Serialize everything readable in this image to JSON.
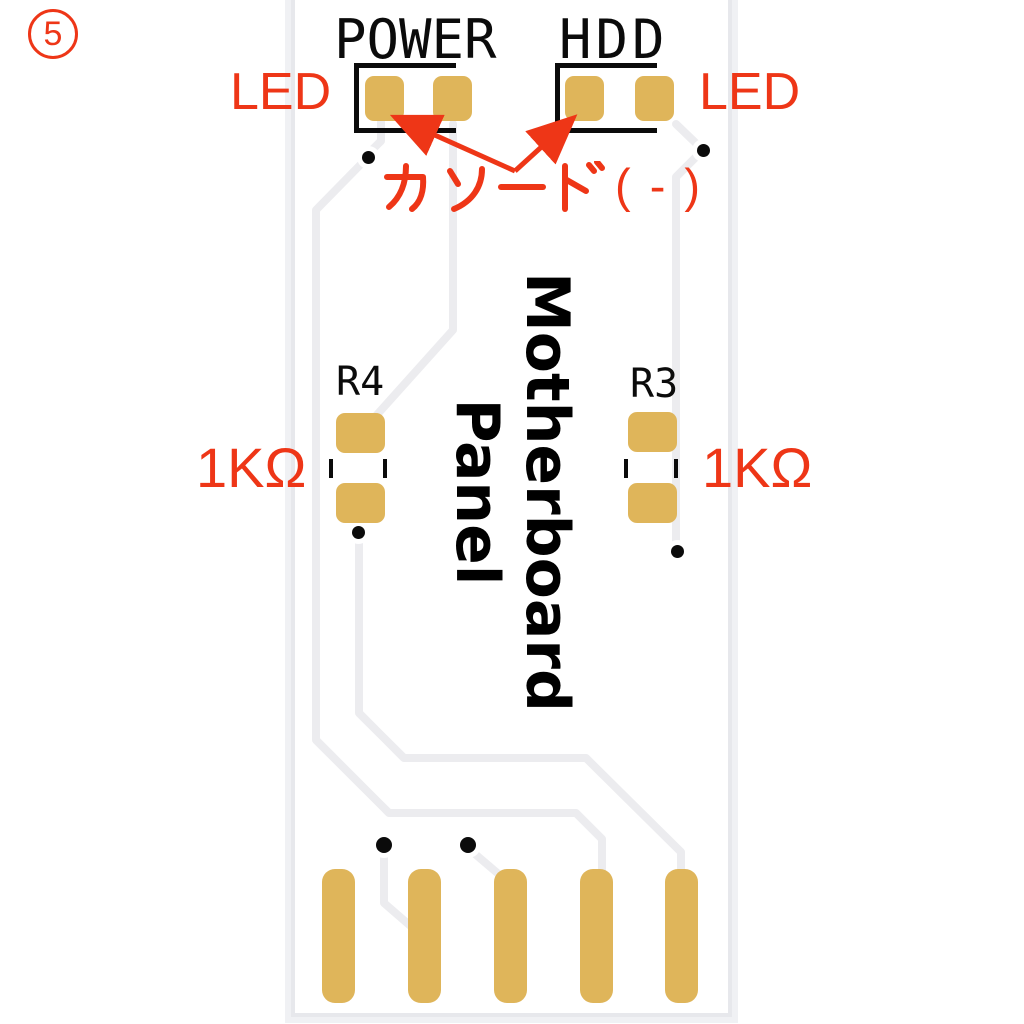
{
  "step_badge": {
    "number": "5"
  },
  "board": {
    "name": "Motherboard Panel",
    "title_line1": "Motherboard",
    "title_line2": "Panel",
    "colors": {
      "annotation_red": "#ee3617",
      "pad_gold": "#dfb55a",
      "trace_gray": "#ececef",
      "silkscreen_black": "#0b0b0b",
      "board_edge": "#e7e8ec"
    }
  },
  "components": {
    "power_led": {
      "label": "POWER",
      "side_label": "LED"
    },
    "hdd_led": {
      "label": "HDD",
      "side_label": "LED"
    },
    "r4": {
      "designator": "R4",
      "value_label": "1KΩ"
    },
    "r3": {
      "designator": "R3",
      "value_label": "1KΩ"
    }
  },
  "annotations": {
    "cathode": {
      "label": "カソード( - )",
      "suffix": "( - )"
    }
  }
}
